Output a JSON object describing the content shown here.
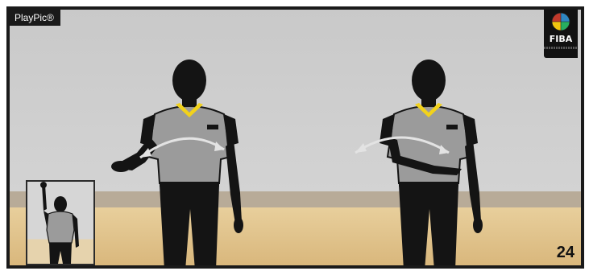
{
  "brand": "PlayPic®",
  "logo": {
    "text": "FIBA",
    "icon": "fiba-ball-logo-icon"
  },
  "page_number": "24",
  "colors": {
    "silhouette": "#141414",
    "shirt": "#9b9b9b",
    "collar": "#f2d21b",
    "arrow": "#d9d9d9"
  }
}
